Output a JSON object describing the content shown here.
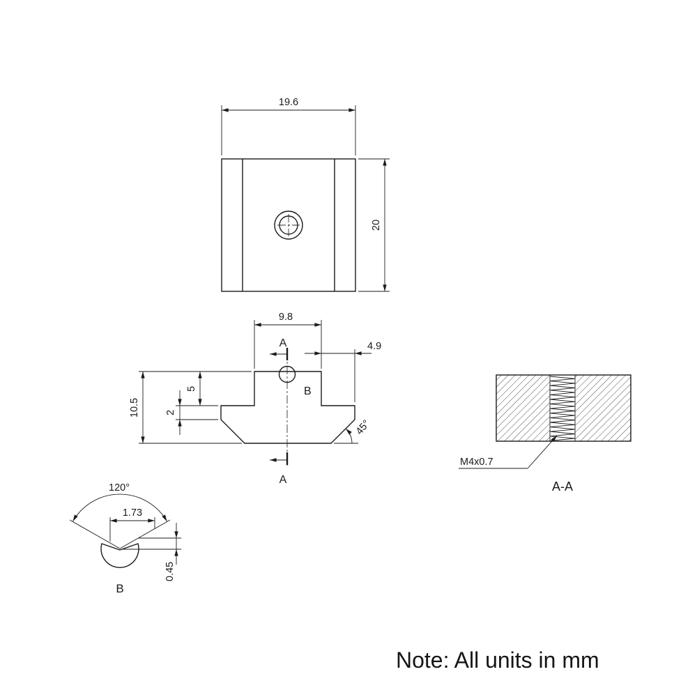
{
  "note": "Note: All units in mm",
  "views": {
    "top": {
      "width": "19.6",
      "height": "20"
    },
    "front": {
      "slot_width": "9.8",
      "half_offset": "4.9",
      "total_height": "10.5",
      "neck_depth": "5",
      "flange_step": "2",
      "chamfer_angle": "45°",
      "section_mark_top": "A",
      "section_mark_bottom": "A",
      "detail_mark": "B"
    },
    "section": {
      "thread_spec": "M4x0.7",
      "caption": "A-A"
    },
    "detail": {
      "cone_angle": "120°",
      "mouth_width": "1.73",
      "depth": "0.45",
      "caption": "B"
    }
  }
}
